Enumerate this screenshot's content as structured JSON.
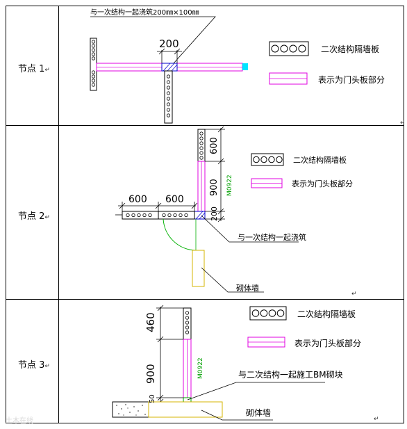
{
  "rows": [
    {
      "label": "节点 1",
      "annotation": "与一次结构一起浇筑200㎜×100㎜",
      "dim": "200",
      "legend_partition": "二次结构隔墙板",
      "legend_lintel": "表示为门头板部分"
    },
    {
      "label": "节点 2",
      "dims": [
        "600",
        "600",
        "600",
        "900",
        "200"
      ],
      "door_code": "M0922",
      "annotation": "与一次结构一起浇筑",
      "masonry": "砌体墙",
      "legend_partition": "二次结构隔墙板",
      "legend_lintel": "表示为门头板部分"
    },
    {
      "label": "节点 3",
      "dims": [
        "460",
        "900",
        "50"
      ],
      "door_code": "M0922",
      "annotation": "与二次结构一起施工BM砌块",
      "masonry": "砌体墙",
      "legend_partition": "二次结构隔墙板",
      "legend_lintel": "表示为门头板部分"
    }
  ],
  "para_mark": "↵",
  "watermark": "土木在线"
}
